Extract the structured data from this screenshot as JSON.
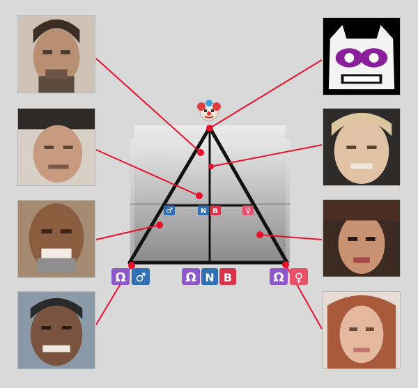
{
  "apex_icon": "clown-face-emoji",
  "inner_labels": {
    "male": "♂",
    "nb_n": "N",
    "nb_b": "B",
    "female": "♀"
  },
  "base_labels": {
    "omega": "Ω",
    "male": "♂",
    "nb_n": "N",
    "nb_b": "B",
    "female": "♀"
  },
  "colors": {
    "background": "#d9d9d9",
    "connector": "#e8102a",
    "triangle": "#111111",
    "omega_badge": "#8e58c8",
    "male_badge": "#2f6fb2",
    "nb_b_badge": "#d8334a",
    "female_badge": "#e8506a"
  },
  "portraits": {
    "left": [
      "portrait",
      "portrait",
      "portrait",
      "portrait"
    ],
    "right": [
      "cartoon-face",
      "portrait",
      "portrait",
      "portrait"
    ]
  }
}
